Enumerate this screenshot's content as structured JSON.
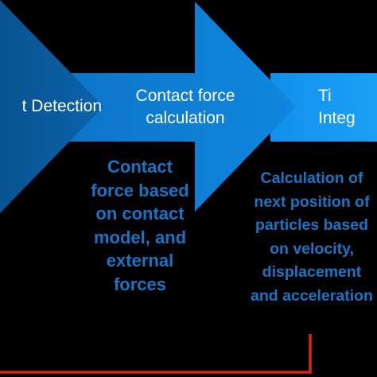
{
  "steps": [
    {
      "label": "t Detection",
      "color": "#0b5fa3"
    },
    {
      "label": "Contact force\ncalculation",
      "color": "#0e7fd6"
    },
    {
      "label": "Ti\nInteg",
      "color": "#1494ef"
    }
  ],
  "descriptions": [
    {
      "text": "Contact\nforce based\non contact\nmodel, and\nexternal\nforces"
    },
    {
      "text": "Calculation of\nnext position of\nparticles based\non velocity,\ndisplacement\nand acceleration"
    }
  ],
  "colors": {
    "background": "#000000",
    "description_text": "#1a74c4",
    "feedback_line": "#d8261c"
  }
}
